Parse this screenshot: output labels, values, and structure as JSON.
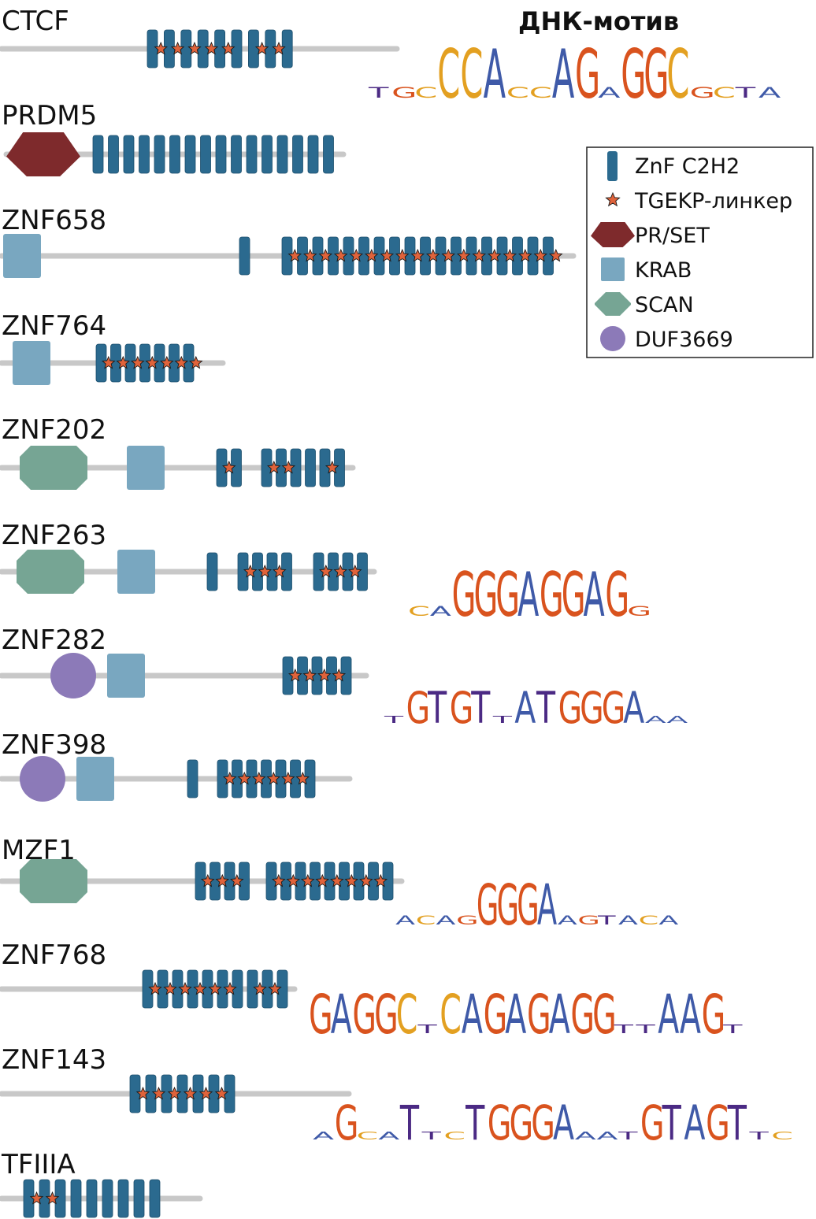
{
  "motif_header": "ДНК-мотив",
  "colors": {
    "backbone": "#c8c8c8",
    "znf": "#2b6a8f",
    "znf_edge": "#1d4f6d",
    "star": "#e0633b",
    "star_edge": "#1a1a1a",
    "prset": "#7e2a2c",
    "krab": "#79a7c0",
    "scan": "#76a594",
    "duf": "#8c7ab8",
    "base_A": "#3f5aa8",
    "base_C": "#e3a021",
    "base_G": "#d9531e",
    "base_T": "#4b2a84"
  },
  "legend": {
    "items": [
      {
        "icon": "znf",
        "label": "ZnF C2H2"
      },
      {
        "icon": "star",
        "label": "TGEKP-линкер"
      },
      {
        "icon": "prset",
        "label": "PR/SET"
      },
      {
        "icon": "krab",
        "label": "KRAB"
      },
      {
        "icon": "scan",
        "label": "SCAN"
      },
      {
        "icon": "duf",
        "label": "DUF3669"
      }
    ]
  },
  "proteins": [
    {
      "name": "CTCF",
      "domains": [],
      "znf_clusters": [
        {
          "count": 9,
          "stars": [
            0,
            1,
            2,
            3,
            4,
            6,
            7
          ]
        }
      ],
      "motif": "tgcCCAccAGaGGCgcta"
    },
    {
      "name": "PRDM5",
      "domains": [
        "PR/SET"
      ],
      "znf_clusters": [
        {
          "count": 16,
          "stars": []
        }
      ],
      "motif": ""
    },
    {
      "name": "ZNF658",
      "domains": [
        "KRAB"
      ],
      "znf_clusters": [
        {
          "count": 1,
          "stars": []
        },
        {
          "count": 18,
          "stars": "all"
        }
      ],
      "motif": ""
    },
    {
      "name": "ZNF764",
      "domains": [
        "KRAB"
      ],
      "znf_clusters": [
        {
          "count": 7,
          "stars": "all"
        }
      ],
      "motif": ""
    },
    {
      "name": "ZNF202",
      "domains": [
        "SCAN",
        "KRAB"
      ],
      "znf_clusters": [
        {
          "count": 2,
          "stars": [
            0
          ]
        },
        {
          "count": 6,
          "stars": [
            0,
            1,
            4
          ]
        }
      ],
      "motif": ""
    },
    {
      "name": "ZNF263",
      "domains": [
        "SCAN",
        "KRAB"
      ],
      "znf_clusters": [
        {
          "count": 1,
          "stars": []
        },
        {
          "count": 4,
          "stars": [
            0,
            1,
            2
          ]
        },
        {
          "count": 4,
          "stars": [
            0,
            1,
            2
          ]
        }
      ],
      "motif": "caGGGAGGAGg"
    },
    {
      "name": "ZNF282",
      "domains": [
        "DUF3669",
        "KRAB"
      ],
      "znf_clusters": [
        {
          "count": 5,
          "stars": [
            0,
            1,
            2,
            3
          ]
        }
      ],
      "motif": "tGTGTtATGGGAaa"
    },
    {
      "name": "ZNF398",
      "domains": [
        "DUF3669",
        "KRAB"
      ],
      "znf_clusters": [
        {
          "count": 1,
          "stars": []
        },
        {
          "count": 7,
          "stars": [
            0,
            1,
            2,
            3,
            4,
            5
          ]
        }
      ],
      "motif": ""
    },
    {
      "name": "MZF1",
      "domains": [
        "SCAN"
      ],
      "znf_clusters": [
        {
          "count": 4,
          "stars": [
            0,
            1,
            2
          ]
        },
        {
          "count": 9,
          "stars": [
            0,
            1,
            2,
            3,
            4,
            5,
            6,
            7
          ]
        }
      ],
      "motif": "acagGGGAagtaca"
    },
    {
      "name": "ZNF768",
      "domains": [],
      "znf_clusters": [
        {
          "count": 10,
          "stars": [
            0,
            1,
            2,
            3,
            4,
            5,
            7,
            8
          ]
        }
      ],
      "motif": "GAGGCtCAGAGAGGttAAGt"
    },
    {
      "name": "ZNF143",
      "domains": [],
      "znf_clusters": [
        {
          "count": 7,
          "stars": [
            0,
            1,
            2,
            3,
            4,
            5
          ]
        }
      ],
      "motif": "aGcaTtcTGGGAaatGTAGTtc"
    },
    {
      "name": "TFIIIA",
      "domains": [],
      "znf_clusters": [
        {
          "count": 9,
          "stars": [
            0,
            1
          ]
        }
      ],
      "motif": ""
    }
  ]
}
